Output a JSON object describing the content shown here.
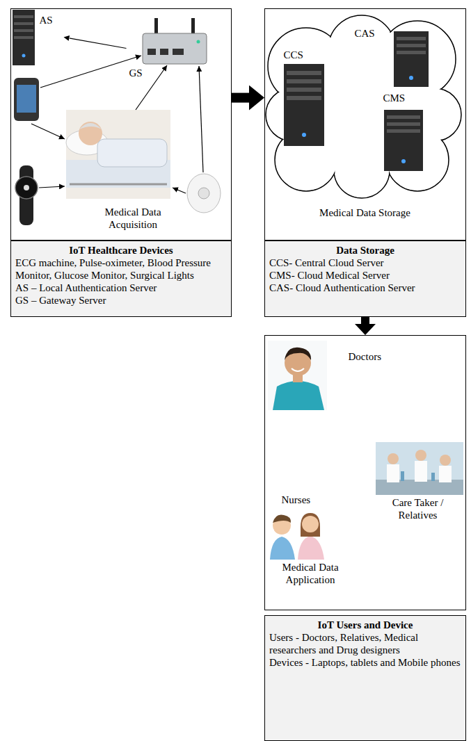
{
  "diagram": {
    "nodes": [
      {
        "text": [
          "Medical Data Acquisition"
        ]
      },
      {
        "text": [
          "AS"
        ],
        "in": 0
      },
      {
        "text": [
          "GS"
        ],
        "in": 0
      },
      {
        "text": [
          "IoT Healthcare Devices",
          "ECG machine, Pulse-oximeter, Blood Pressure Monitor, Glucose Monitor, Surgical Lights",
          "AS – Local Authentication Server",
          "GS – Gateway Server"
        ]
      },
      {
        "text": [
          "Medical Data Storage"
        ]
      },
      {
        "text": [
          "CCS"
        ],
        "in": 4
      },
      {
        "text": [
          "CAS"
        ],
        "in": 4
      },
      {
        "text": [
          "CMS"
        ],
        "in": 4
      },
      {
        "text": [
          "Data Storage",
          "CCS- Central Cloud Server",
          "CMS- Cloud Medical Server",
          "CAS- Cloud Authentication Server"
        ]
      },
      {
        "text": [
          "Medical Data Application"
        ]
      },
      {
        "text": [
          "Doctors"
        ],
        "in": 9
      },
      {
        "text": [
          "Care Taker / Relatives"
        ],
        "in": 9
      },
      {
        "text": [
          "Nurses"
        ],
        "in": 9
      },
      {
        "text": [
          "IoT Users and Device",
          "Users - Doctors, Relatives, Medical researchers and Drug designers",
          "Devices - Laptops, tablets and Mobile phones"
        ]
      }
    ],
    "edges": [
      {
        "from": 2,
        "to": 1,
        "arrow": "to"
      },
      {
        "from": 0,
        "to": 4,
        "arrow": "to"
      },
      {
        "from": 8,
        "to": 9,
        "arrow": "to"
      }
    ]
  }
}
